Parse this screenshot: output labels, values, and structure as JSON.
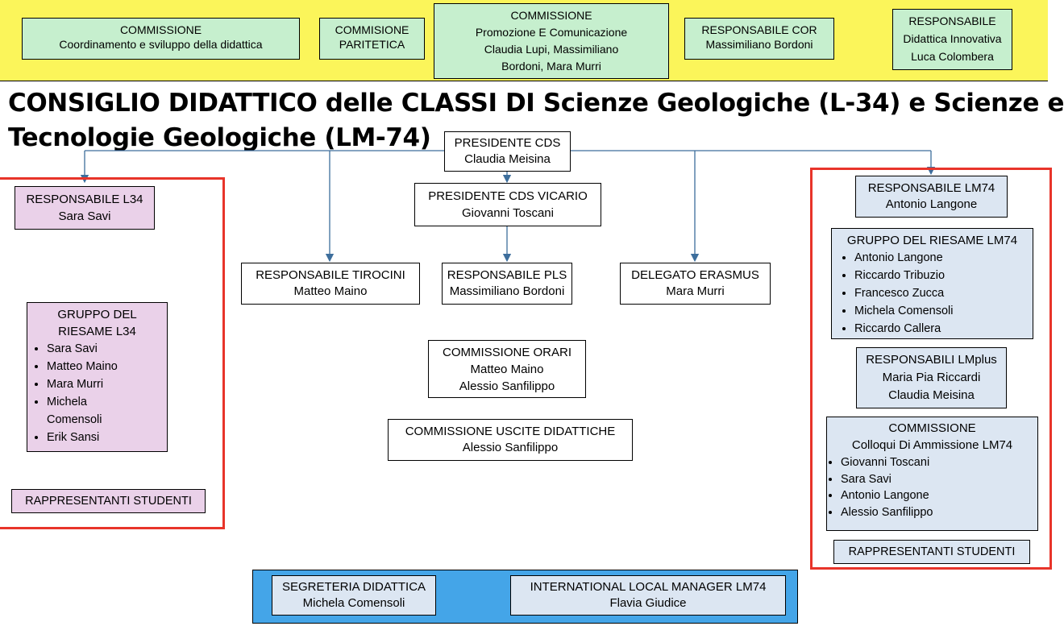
{
  "top_bar": {
    "background": "#fbf55a",
    "boxes": [
      {
        "lines": [
          "COMMISSIONE",
          "Coordinamento e sviluppo della didattica"
        ]
      },
      {
        "lines": [
          "COMMISIONE",
          "PARITETICA"
        ]
      },
      {
        "lines": [
          "COMMISSIONE",
          "Promozione E Comunicazione",
          "Claudia Lupi, Massimiliano",
          "Bordoni, Mara Murri"
        ]
      },
      {
        "lines": [
          "RESPONSABILE COR",
          "Massimiliano Bordoni"
        ]
      },
      {
        "lines": [
          "RESPONSABILE",
          "Didattica Innovativa",
          "Luca Colombera"
        ]
      }
    ]
  },
  "title": {
    "line1": "CONSIGLIO DIDATTICO delle CLASSI DI Scienze Geologiche (L-34) e Scienze e",
    "line2": "Tecnologie Geologiche (LM-74)"
  },
  "center": {
    "president": {
      "role": "PRESIDENTE CDS",
      "name": "Claudia Meisina"
    },
    "vicario": {
      "role": "PRESIDENTE CDS VICARIO",
      "name": "Giovanni Toscani"
    },
    "tirocini": {
      "role": "RESPONSABILE TIROCINI",
      "name": "Matteo Maino"
    },
    "pls": {
      "role": "RESPONSABILE PLS",
      "name": "Massimiliano Bordoni"
    },
    "erasmus": {
      "role": "DELEGATO ERASMUS",
      "name": "Mara Murri"
    },
    "orari": {
      "role": "COMMISSIONE ORARI",
      "names": [
        "Matteo Maino",
        "Alessio Sanfilippo"
      ]
    },
    "uscite": {
      "role": "COMMISSIONE USCITE DIDATTICHE",
      "name": "Alessio Sanfilippo"
    }
  },
  "left_panel": {
    "resp_l34": {
      "role": "RESPONSABILE L34",
      "name": "Sara Savi"
    },
    "gruppo": {
      "title_lines": [
        "GRUPPO DEL",
        "RIESAME L34"
      ],
      "members": [
        "Sara Savi",
        "Matteo Maino",
        "Mara Murri",
        "Michela Comensoli",
        "Erik Sansi"
      ]
    },
    "rappresentanti": "RAPPRESENTANTI STUDENTI"
  },
  "right_panel": {
    "resp_lm74": {
      "role": "RESPONSABILE LM74",
      "name": "Antonio Langone"
    },
    "gruppo": {
      "title": "GRUPPO DEL RIESAME LM74",
      "members": [
        "Antonio Langone",
        "Riccardo Tribuzio",
        "Francesco Zucca",
        "Michela Comensoli",
        "Riccardo Callera"
      ]
    },
    "lmplus": {
      "role": "RESPONSABILI LMplus",
      "names": [
        "Maria Pia Riccardi",
        "Claudia Meisina"
      ]
    },
    "colloqui": {
      "title_lines": [
        "COMMISSIONE",
        "Colloqui Di Ammissione LM74"
      ],
      "members": [
        "Giovanni Toscani",
        "Sara Savi",
        "Antonio Langone",
        "Alessio Sanfilippo"
      ]
    },
    "rappresentanti": "RAPPRESENTANTI STUDENTI"
  },
  "bottom_bar": {
    "background": "#44a5e8",
    "segreteria": {
      "role": "SEGRETERIA DIDATTICA",
      "name": "Michela Comensoli"
    },
    "international": {
      "role": "INTERNATIONAL LOCAL MANAGER LM74",
      "name": "Flavia Giudice"
    }
  },
  "colors": {
    "panel_border": "#e8342a",
    "connector": "#3d6e9c",
    "green": "#c6efce",
    "pink": "#ead1e9",
    "light_blue": "#dce6f2"
  }
}
